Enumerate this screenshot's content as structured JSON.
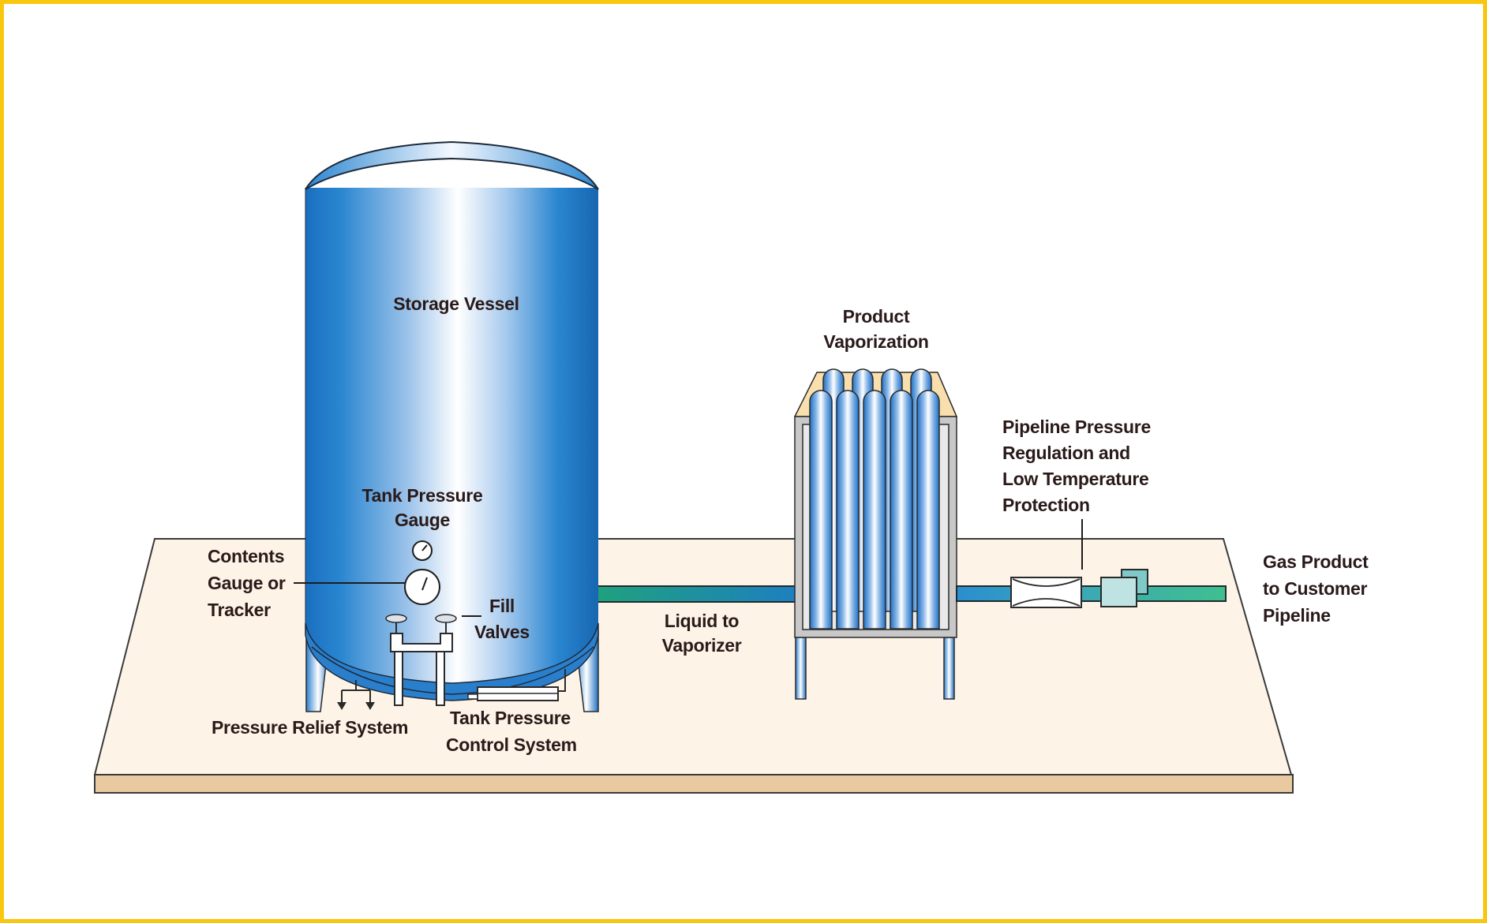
{
  "diagram": {
    "type": "bulk cryogenic gas supply system",
    "colors": {
      "border": "#f9c80e",
      "platform_top": "#fdf3e7",
      "platform_edge": "#e8c9a0",
      "vessel_blue": "#1e7fc8",
      "pipe_liquid_start": "#1fa37a",
      "pipe_liquid_end": "#1e7fc0",
      "pipe_gas_end": "#3fbf90",
      "label_text": "#2a1a1a"
    },
    "components": {
      "storage_vessel": {
        "label": "Storage Vessel"
      },
      "tank_pressure_gauge": {
        "label_lines": [
          "Tank Pressure",
          "Gauge"
        ]
      },
      "contents_gauge": {
        "label_lines": [
          "Contents",
          "Gauge or",
          "Tracker"
        ]
      },
      "fill_valves": {
        "label_lines": [
          "Fill",
          "Valves"
        ]
      },
      "pressure_relief_system": {
        "label": "Pressure Relief System"
      },
      "tank_pressure_control_system": {
        "label_lines": [
          "Tank Pressure",
          "Control System"
        ]
      },
      "liquid_to_vaporizer": {
        "label_lines": [
          "Liquid to",
          "Vaporizer"
        ]
      },
      "product_vaporization": {
        "label_lines": [
          "Product",
          "Vaporization"
        ]
      },
      "pipeline_pressure_regulation": {
        "label_lines": [
          "Pipeline Pressure",
          "Regulation and",
          "Low Temperature",
          "Protection"
        ]
      },
      "gas_product_to_customer": {
        "label_lines": [
          "Gas Product",
          "to Customer",
          "Pipeline"
        ]
      }
    }
  }
}
